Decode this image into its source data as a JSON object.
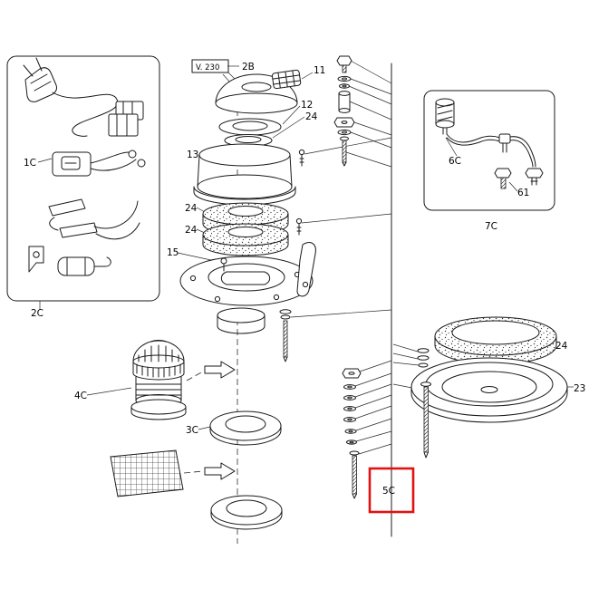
{
  "page": {
    "background": "#ffffff",
    "ink": "#1a1a1a"
  },
  "labels": {
    "v230": "V. 230",
    "b2": "2B",
    "n11": "11",
    "n12": "12",
    "n24": "24",
    "n13": "13",
    "n15": "15",
    "c1": "1C",
    "c2": "2C",
    "c4": "4C",
    "c3": "3C",
    "c6": "6C",
    "n61": "61",
    "c7": "7C",
    "n23": "23",
    "c5": "5C"
  },
  "highlight": {
    "part": "5C",
    "color": "#e01212"
  }
}
